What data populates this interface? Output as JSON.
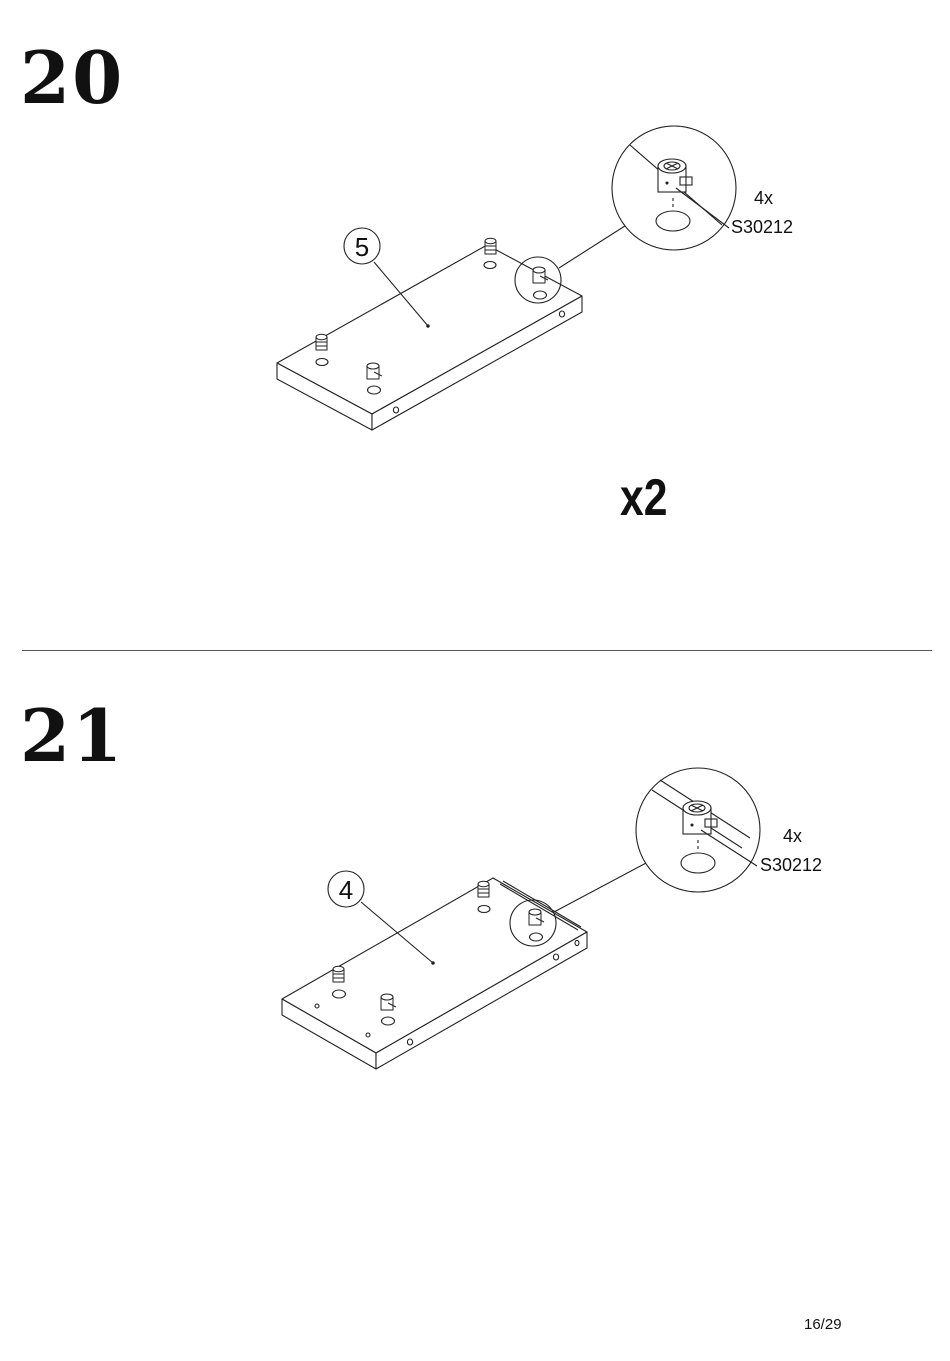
{
  "steps": [
    {
      "number": "20",
      "part_label": "5",
      "hardware": {
        "quantity": "4x",
        "code": "S30212"
      },
      "multiplier": "x2"
    },
    {
      "number": "21",
      "part_label": "4",
      "hardware": {
        "quantity": "4x",
        "code": "S30212"
      }
    }
  ],
  "page": {
    "number": "16/29"
  }
}
